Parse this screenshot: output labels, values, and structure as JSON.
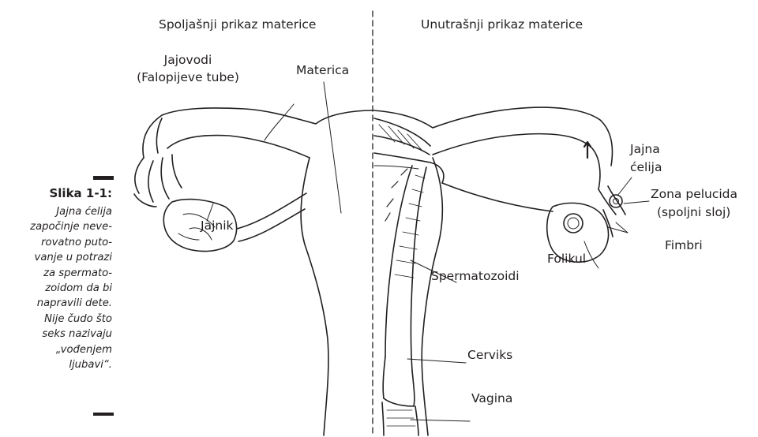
{
  "figure": {
    "label": "Slika 1-1:",
    "caption_lines": [
      "Jajna ćelija",
      "započinje neve-",
      "rovatno puto-",
      "vanje u potrazi",
      "za spermato-",
      "zoidom da bi",
      "napravili dete.",
      "Nije čudo što",
      "seks nazivaju",
      "„vođenjem",
      "ljubavi“."
    ]
  },
  "diagram": {
    "left_title": "Spoljašnji prikaz materice",
    "right_title": "Unutrašnji prikaz materice",
    "labels": {
      "jajovodi_1": "Jajovodi",
      "jajovodi_2": "(Falopijeve tube)",
      "materica": "Materica",
      "jajnik": "Jajnik",
      "jajna_celija_1": "Jajna",
      "jajna_celija_2": "ćelija",
      "zona_1": "Zona pelucida",
      "zona_2": "(spoljni sloj)",
      "fimbri": "Fimbri",
      "folikul": "Folikul",
      "spermatozoidi": "Spermatozoidi",
      "cerviks": "Cerviks",
      "vagina": "Vagina"
    }
  }
}
